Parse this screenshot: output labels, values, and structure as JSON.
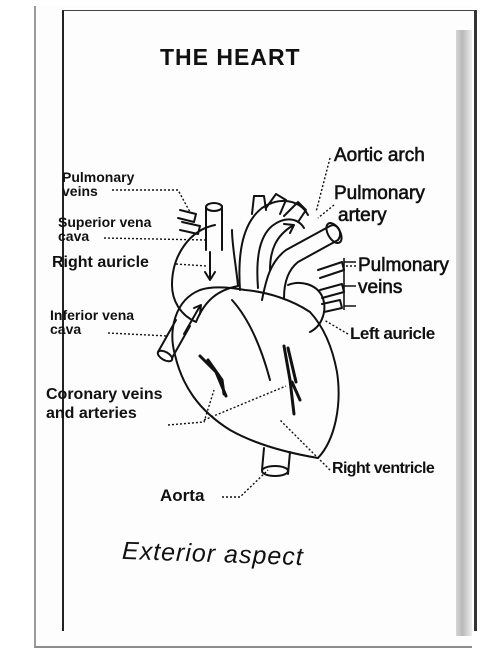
{
  "title": "THE HEART",
  "labels": {
    "pulmonary_veins_left_1": "Pulmonary",
    "pulmonary_veins_left_2": "veins",
    "superior_vena_cava_1": "Superior vena",
    "superior_vena_cava_2": "cava",
    "right_auricle": "Right auricle",
    "inferior_vena_cava_1": "Inferior vena",
    "inferior_vena_cava_2": "cava",
    "coronary_1": "Coronary veins",
    "coronary_2": "and arteries",
    "aorta": "Aorta",
    "aortic_arch": "Aortic arch",
    "pulmonary_artery_1": "Pulmonary",
    "pulmonary_artery_2": "artery",
    "pulmonary_veins_right_1": "Pulmonary",
    "pulmonary_veins_right_2": "veins",
    "left_auricle": "Left auricle",
    "right_ventricle": "Right ventricle"
  },
  "caption": "Exterior aspect"
}
